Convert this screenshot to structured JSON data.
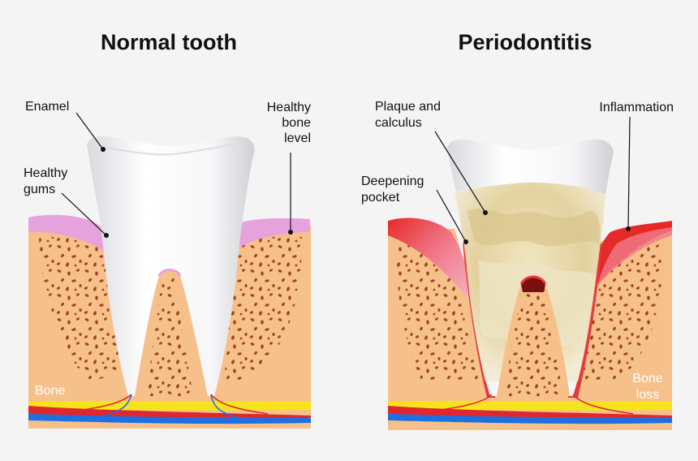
{
  "titles": {
    "left": "Normal tooth",
    "right": "Periodontitis"
  },
  "labels_left": {
    "enamel": "Enamel",
    "healthy_gums": [
      "Healthy",
      "gums"
    ],
    "healthy_bone_level": [
      "Healthy",
      "bone",
      "level"
    ],
    "bone": "Bone"
  },
  "labels_right": {
    "plaque_calculus": [
      "Plaque and",
      "calculus"
    ],
    "deepening_pocket": [
      "Deepening",
      "pocket"
    ],
    "inflammation": "Inflammation",
    "bone_loss": [
      "Bone",
      "loss"
    ]
  },
  "colors": {
    "background": "#f4f4f4",
    "bone": "#f6c08a",
    "bone_pores": "#a0441d",
    "gum_healthy": "#e6a2dc",
    "gum_inflamed": "#e83838",
    "gum_inflamed_light": "#f6a0b6",
    "enamel": "#ffffff",
    "plaque": "#e9dcb3",
    "vein": "#1e6fe0",
    "artery": "#e0262e",
    "nerve": "#f6e31e"
  }
}
